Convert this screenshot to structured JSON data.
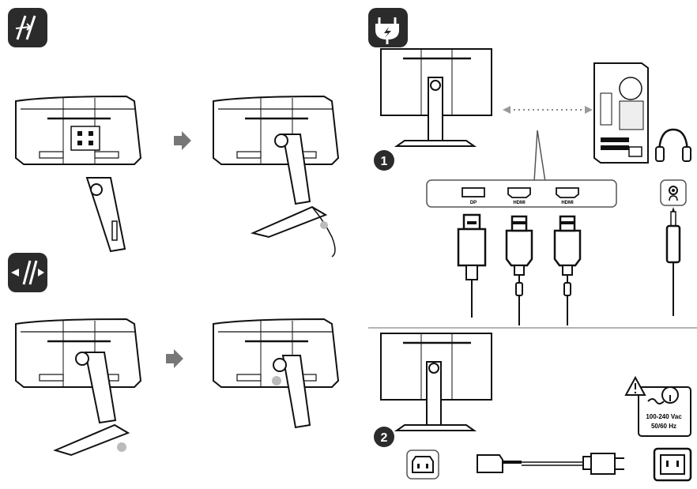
{
  "sections": {
    "attach_icon": "attach-arrow-icon",
    "detach_icon": "detach-arrows-icon",
    "power_icon": "power-plug-icon"
  },
  "steps": [
    {
      "number": "1"
    },
    {
      "number": "2"
    }
  ],
  "ports": [
    {
      "label": "DP",
      "type": "displayport"
    },
    {
      "label": "HDMI",
      "type": "hdmi"
    },
    {
      "label": "HDMI",
      "type": "hdmi"
    }
  ],
  "audio": {
    "icon": "headphone-jack-icon"
  },
  "power": {
    "voltage": "100-240 Vac",
    "frequency": "50/60 Hz",
    "warning_icon": "warning-icon"
  },
  "colors": {
    "ink": "#111111",
    "badge": "#2b2b2b",
    "line": "#444444"
  }
}
